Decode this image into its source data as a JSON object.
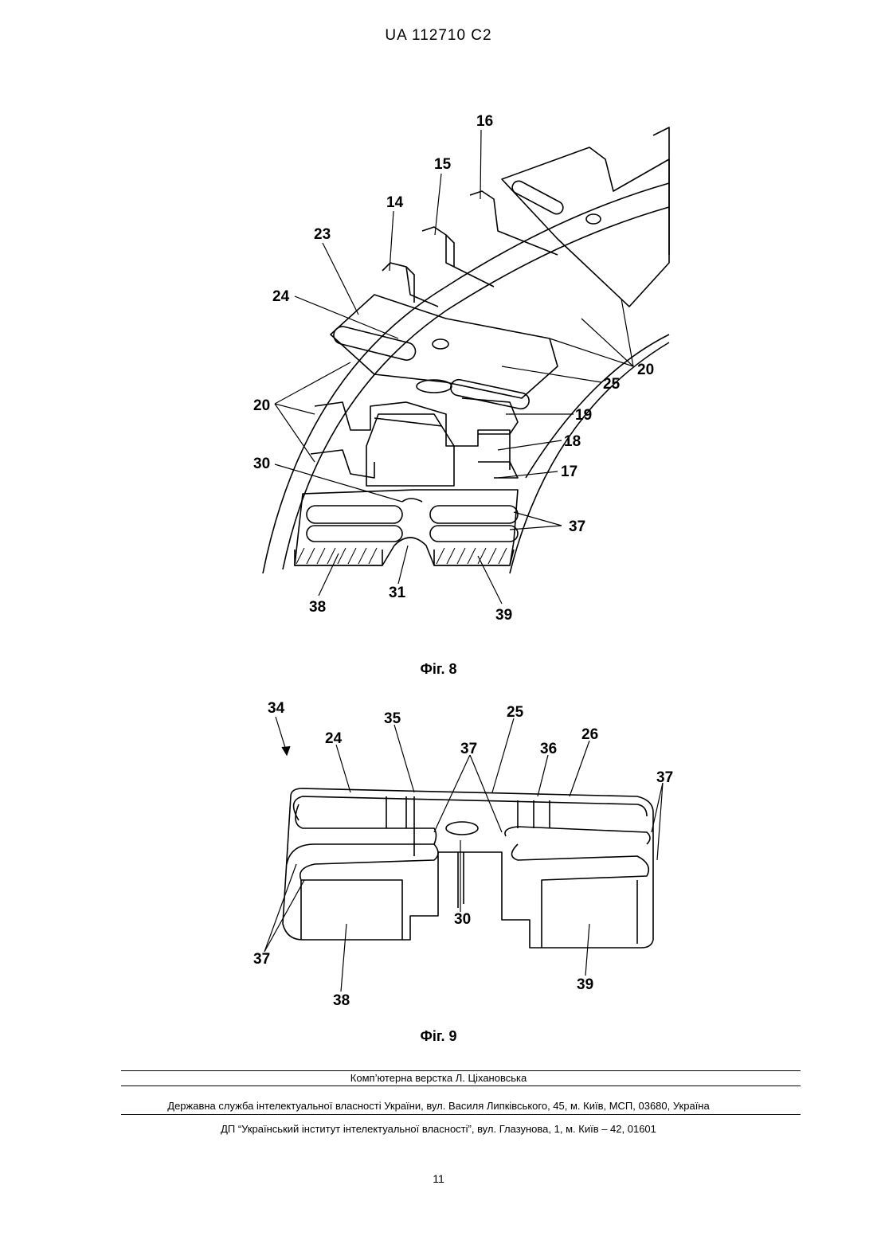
{
  "header": {
    "doc_id": "UA   112710   C2"
  },
  "figure8": {
    "caption": "Фіг. 8",
    "labels": [
      "16",
      "15",
      "14",
      "23",
      "24",
      "20",
      "25",
      "20",
      "19",
      "18",
      "30",
      "17",
      "37",
      "38",
      "31",
      "39"
    ]
  },
  "figure9": {
    "caption": "Фіг. 9",
    "labels": [
      "34",
      "35",
      "25",
      "24",
      "37",
      "36",
      "26",
      "37",
      "30",
      "37",
      "38",
      "39"
    ]
  },
  "footer": {
    "layout_credit": "Комп’ютерна верстка Л. Ціхановська",
    "agency": "Державна служба інтелектуальної власності України, вул. Василя Липківського, 45, м. Київ, МСП, 03680, Україна",
    "institute": "ДП “Український інститут інтелектуальної власності”, вул. Глазунова, 1, м. Київ – 42, 01601",
    "page_number": "11"
  }
}
